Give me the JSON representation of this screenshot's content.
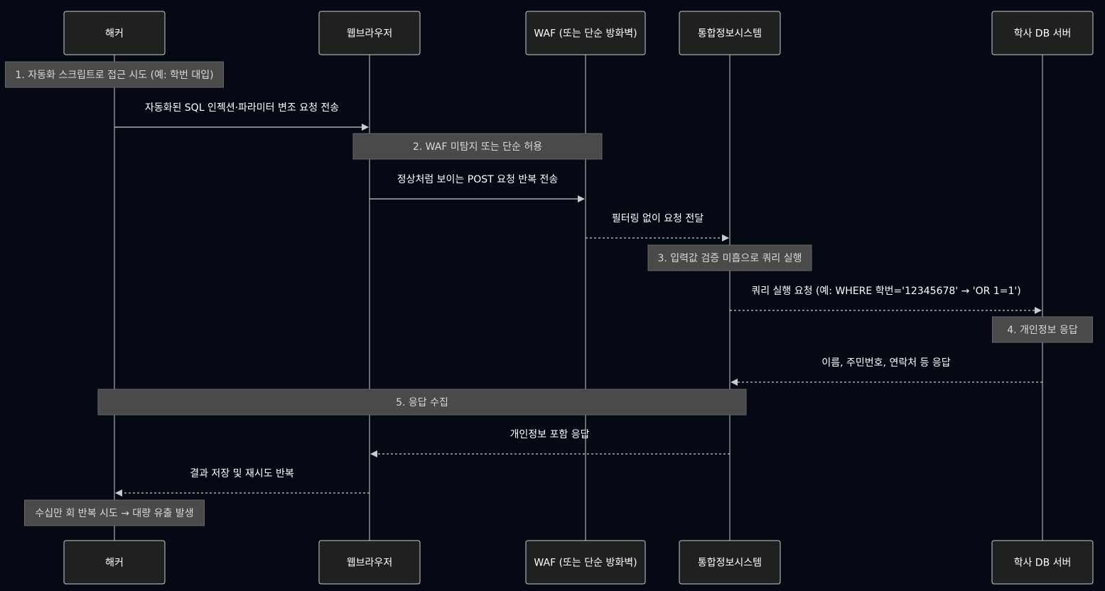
{
  "colors": {
    "background": "#050914",
    "actor_fill": "#1f2020",
    "actor_border": "#cccccc",
    "lifeline": "#cccccc",
    "message_line": "#cccccc",
    "note_fill": "#4a4a4a",
    "note_border": "#666666",
    "text": "#ffffff",
    "note_text": "#d9d9d9"
  },
  "participants": [
    {
      "id": "hacker",
      "label": "해커"
    },
    {
      "id": "browser",
      "label": "웹브라우저"
    },
    {
      "id": "waf",
      "label": "WAF (또는 단순 방화벽)"
    },
    {
      "id": "system",
      "label": "통합정보시스템"
    },
    {
      "id": "db",
      "label": "학사 DB 서버"
    }
  ],
  "steps": [
    {
      "kind": "note",
      "over": [
        "hacker"
      ],
      "text": "1. 자동화 스크립트로 접근 시도 (예: 학번 대입)"
    },
    {
      "kind": "message",
      "from": "hacker",
      "to": "browser",
      "style": "solid",
      "text": "자동화된 SQL 인젝션·파라미터 변조 요청 전송"
    },
    {
      "kind": "note",
      "over": [
        "browser",
        "waf"
      ],
      "text": "2. WAF 미탐지 또는 단순 허용"
    },
    {
      "kind": "message",
      "from": "browser",
      "to": "waf",
      "style": "solid",
      "text": "정상처럼 보이는 POST 요청 반복 전송"
    },
    {
      "kind": "message",
      "from": "waf",
      "to": "system",
      "style": "dashed",
      "text": "필터링 없이 요청 전달"
    },
    {
      "kind": "note",
      "over": [
        "system"
      ],
      "text": "3. 입력값 검증 미흡으로 쿼리 실행"
    },
    {
      "kind": "message",
      "from": "system",
      "to": "db",
      "style": "dashed",
      "text": "쿼리 실행 요청 (예: WHERE 학번='12345678' → 'OR 1=1')"
    },
    {
      "kind": "note",
      "over": [
        "db"
      ],
      "text": "4. 개인정보 응답"
    },
    {
      "kind": "message",
      "from": "db",
      "to": "system",
      "style": "dashed",
      "text": "이름, 주민번호, 연락처 등 응답"
    },
    {
      "kind": "note",
      "over": [
        "hacker",
        "system"
      ],
      "text": "5. 응답 수집"
    },
    {
      "kind": "message",
      "from": "system",
      "to": "browser",
      "style": "dashed",
      "text": "개인정보 포함 응답"
    },
    {
      "kind": "message",
      "from": "browser",
      "to": "hacker",
      "style": "dashed",
      "text": "결과 저장 및 재시도 반복"
    },
    {
      "kind": "note",
      "over": [
        "hacker"
      ],
      "text": "수십만 회 반복 시도 → 대량 유출 발생"
    }
  ]
}
